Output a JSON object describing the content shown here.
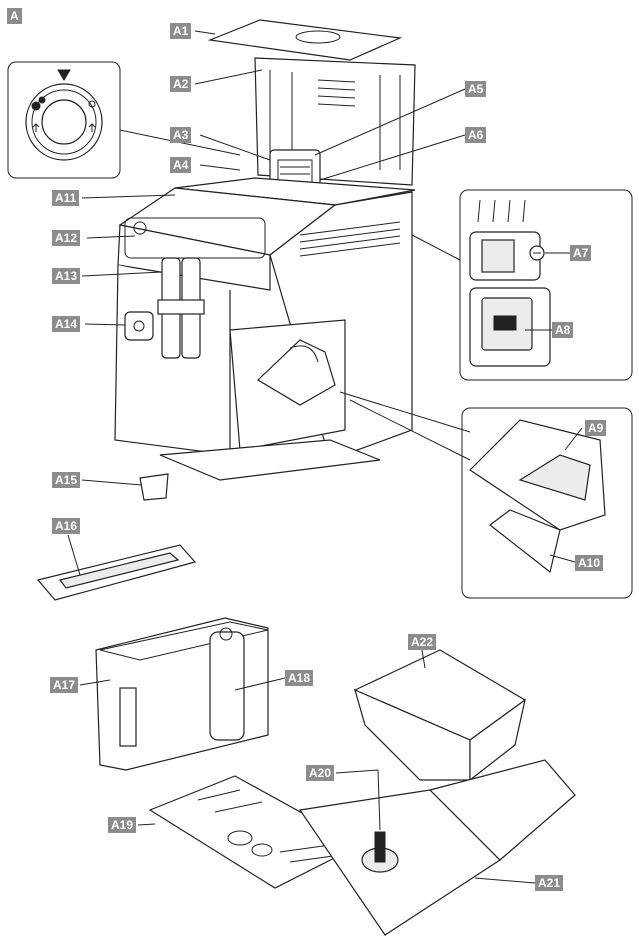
{
  "section_label": "A",
  "labels": {
    "a1": "A1",
    "a2": "A2",
    "a3": "A3",
    "a4": "A4",
    "a5": "A5",
    "a6": "A6",
    "a7": "A7",
    "a8": "A8",
    "a9": "A9",
    "a10": "A10",
    "a11": "A11",
    "a12": "A12",
    "a13": "A13",
    "a14": "A14",
    "a15": "A15",
    "a16": "A16",
    "a17": "A17",
    "a18": "A18",
    "a19": "A19",
    "a20": "A20",
    "a21": "A21",
    "a22": "A22"
  }
}
